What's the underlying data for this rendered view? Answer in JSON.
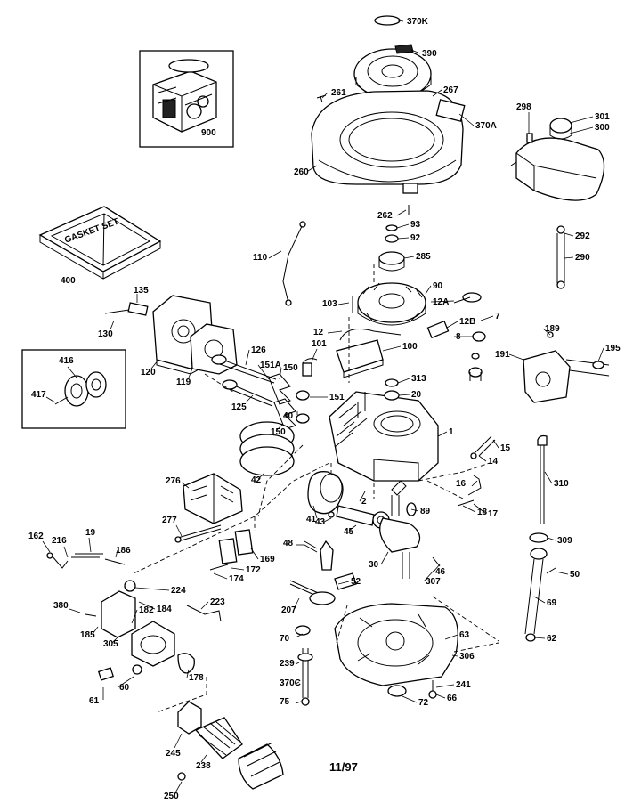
{
  "diagram": {
    "date_code": "11/97",
    "inset_engine_label": "900",
    "gasket_set_text": "GASKET SET",
    "gasket_kit_label": "400",
    "labels": [
      "370K",
      "390",
      "261",
      "267",
      "370A",
      "260",
      "298",
      "301",
      "300",
      "262",
      "93",
      "92",
      "285",
      "292",
      "290",
      "110",
      "135",
      "130",
      "90",
      "103",
      "12A",
      "12B",
      "7",
      "12",
      "8",
      "189",
      "195",
      "191",
      "101",
      "100",
      "120",
      "119",
      "126",
      "151A",
      "150",
      "416",
      "417",
      "313",
      "20",
      "125",
      "151",
      "150",
      "40",
      "1",
      "15",
      "14",
      "276",
      "42",
      "16",
      "17",
      "18",
      "310",
      "277",
      "2",
      "41",
      "43",
      "45",
      "89",
      "162",
      "216",
      "19",
      "186",
      "48",
      "224",
      "169",
      "172",
      "174",
      "30",
      "46",
      "307",
      "309",
      "50",
      "52",
      "207",
      "223",
      "380",
      "184",
      "182",
      "185",
      "305",
      "69",
      "63",
      "70",
      "306",
      "62",
      "239",
      "178",
      "60",
      "370C",
      "61",
      "75",
      "72",
      "66",
      "241",
      "245",
      "238",
      "250"
    ]
  }
}
